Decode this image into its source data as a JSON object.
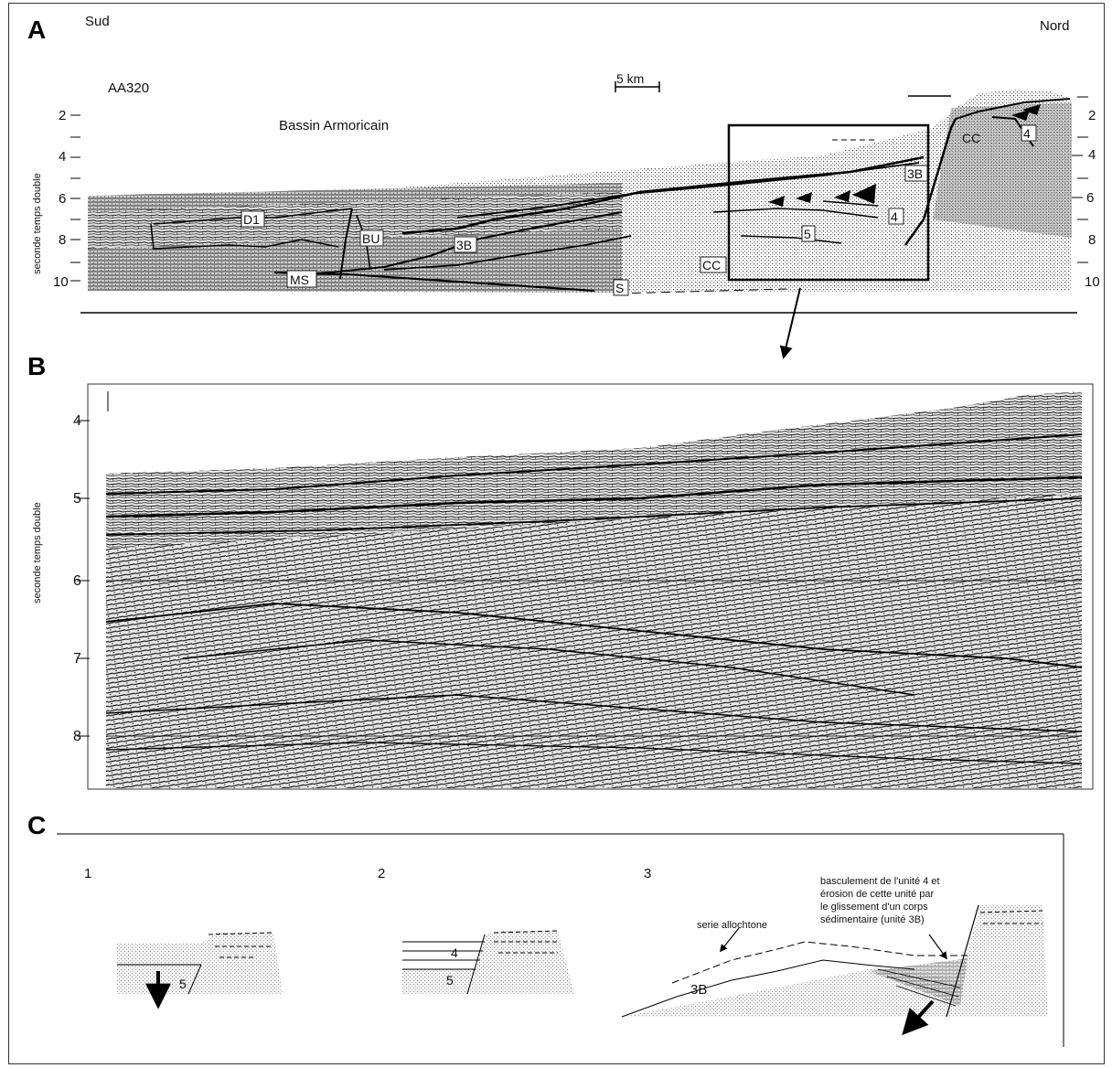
{
  "panel_a": {
    "letter": "A",
    "left_label": "Sud",
    "right_label": "Nord",
    "profile_id": "AA320",
    "scale": "5 km",
    "basin_name": "Bassin Armoricain",
    "y_axis_label": "seconde temps double",
    "left_ticks": [
      "2",
      "4",
      "6",
      "8",
      "10"
    ],
    "right_ticks": [
      "2",
      "4",
      "6",
      "8",
      "10"
    ],
    "units": {
      "d1": "D1",
      "bu": "BU",
      "u3b_left": "3B",
      "ms": "MS",
      "s": "S",
      "cc_left": "CC",
      "u5": "5",
      "u4_mid": "4",
      "u3b_right": "3B",
      "cc_right": "CC",
      "u4_right": "4"
    }
  },
  "panel_b": {
    "letter": "B",
    "y_axis_label": "seconde temps double",
    "ticks": [
      "4",
      "5",
      "6",
      "7",
      "8"
    ]
  },
  "panel_c": {
    "letter": "C",
    "steps": [
      {
        "number": "1",
        "unit": "5"
      },
      {
        "number": "2",
        "unit_top": "4",
        "unit_bottom": "5"
      },
      {
        "number": "3",
        "unit": "3B",
        "note_allochtone": "serie allochtone",
        "note_line1": "basculement de l'unité 4 et",
        "note_line2": "érosion de cette unité par",
        "note_line3": "le glissement d'un corps",
        "note_line4": "sédimentaire (unité 3B)"
      }
    ]
  },
  "colors": {
    "ink": "#111111",
    "stipple": "#555555"
  }
}
